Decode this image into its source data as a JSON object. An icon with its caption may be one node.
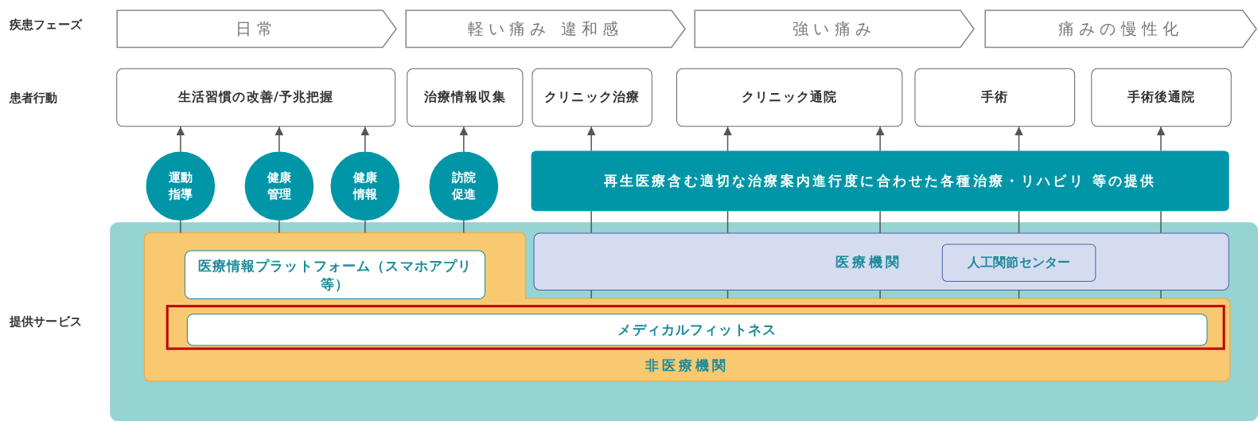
{
  "diagram": {
    "nodes": [
      {
        "text": [
          "日常"
        ]
      },
      {
        "text": [
          "軽い痛み 違和感"
        ]
      },
      {
        "text": [
          "強い痛み"
        ]
      },
      {
        "text": [
          "痛みの慢性化"
        ]
      },
      {
        "text": [
          "生活習慣の改善/予兆把握"
        ]
      },
      {
        "text": [
          "治療情報収集"
        ]
      },
      {
        "text": [
          "クリニック治療"
        ]
      },
      {
        "text": [
          "クリニック通院"
        ]
      },
      {
        "text": [
          "手術"
        ]
      },
      {
        "text": [
          "手術後通院"
        ]
      },
      {
        "text": [
          "運動指導"
        ]
      },
      {
        "text": [
          "健康管理"
        ]
      },
      {
        "text": [
          "健康情報"
        ]
      },
      {
        "text": [
          "訪院促進"
        ]
      },
      {
        "text": [
          "再生医療含む適切な治療案内進行度に合わせた各種治療・リハビリ 等の提供"
        ]
      },
      {
        "text": [],
        "shape": "box"
      },
      {
        "text": [
          "非医療機関"
        ],
        "in": 15
      },
      {
        "text": [
          "医療情報プラットフォーム（スマホアプリ等）"
        ],
        "in": 16
      },
      {
        "text": [
          "医療機関"
        ],
        "in": 15
      },
      {
        "text": [
          "人工関節センター"
        ],
        "in": 18
      },
      {
        "text": [],
        "shape": "box",
        "in": 16
      },
      {
        "text": [
          "メディカルフィットネス"
        ],
        "in": 20
      }
    ],
    "edges": [
      {
        "from": 16,
        "to": 10,
        "arrow": "none"
      },
      {
        "from": 10,
        "to": 4,
        "arrow": "to"
      },
      {
        "from": 16,
        "to": 11,
        "arrow": "none"
      },
      {
        "from": 11,
        "to": 4,
        "arrow": "to"
      },
      {
        "from": 16,
        "to": 12,
        "arrow": "none"
      },
      {
        "from": 12,
        "to": 4,
        "arrow": "to"
      },
      {
        "from": 16,
        "to": 13,
        "arrow": "none"
      },
      {
        "from": 13,
        "to": 5,
        "arrow": "to"
      },
      {
        "from": 18,
        "to": 14,
        "arrow": "none"
      },
      {
        "from": 18,
        "to": 14,
        "arrow": "none"
      },
      {
        "from": 18,
        "to": 14,
        "arrow": "none"
      },
      {
        "from": 18,
        "to": 14,
        "arrow": "none"
      },
      {
        "from": 18,
        "to": 14,
        "arrow": "none"
      },
      {
        "from": 14,
        "to": 6,
        "arrow": "to"
      },
      {
        "from": 14,
        "to": 7,
        "arrow": "to"
      },
      {
        "from": 14,
        "to": 7,
        "arrow": "to"
      },
      {
        "from": 14,
        "to": 8,
        "arrow": "to"
      },
      {
        "from": 14,
        "to": 9,
        "arrow": "to"
      },
      {
        "from": 16,
        "to": 18,
        "arrow": "none"
      },
      {
        "from": 16,
        "to": 18,
        "arrow": "none"
      },
      {
        "from": 16,
        "to": 18,
        "arrow": "none"
      },
      {
        "from": 16,
        "to": 18,
        "arrow": "none"
      },
      {
        "from": 16,
        "to": 18,
        "arrow": "none"
      }
    ],
    "labels": [
      "疾患フェーズ",
      "患者行動",
      "提供サービス"
    ]
  }
}
